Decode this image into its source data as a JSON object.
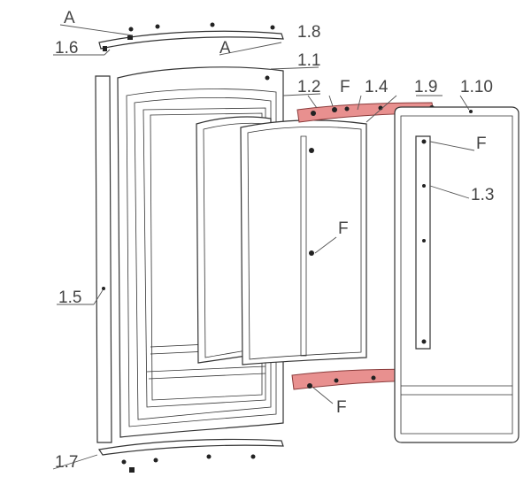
{
  "labels": {
    "a_top": "A",
    "a_mid": "A",
    "l_1_6": "1.6",
    "l_1_8": "1.8",
    "l_1_1": "1.1",
    "l_1_2": "1.2",
    "f_top": "F",
    "l_1_4": "1.4",
    "l_1_9": "1.9",
    "l_1_10": "1.10",
    "f_right": "F",
    "l_1_3": "1.3",
    "f_mid": "F",
    "l_1_5": "1.5",
    "f_bottom": "F",
    "l_1_7": "1.7"
  },
  "colors": {
    "highlight": "#e8908f",
    "line": "#333333",
    "label": "#444444"
  }
}
